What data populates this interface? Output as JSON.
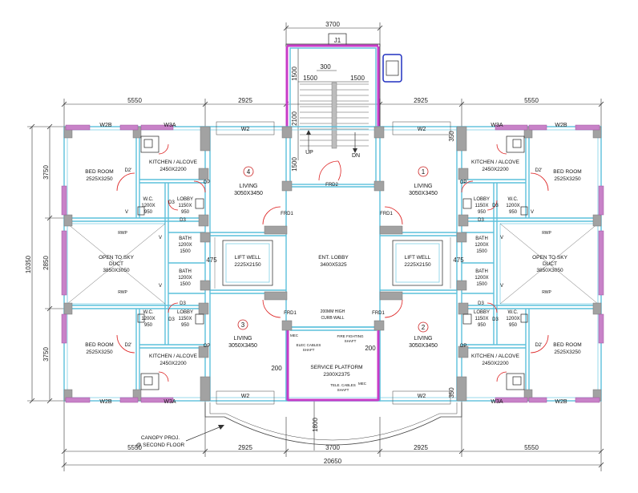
{
  "dimensions": {
    "stair_width": "3700",
    "stair_j1": "J1",
    "stair_300": "300",
    "stair_1500_top": "1500",
    "stair_1500_left": "1500",
    "stair_1500_right": "1500",
    "stair_2100": "2100",
    "stair_1500_low": "1500",
    "top_left": "5550",
    "top_midleft": "2925",
    "top_midright": "2925",
    "top_right": "5550",
    "bottom_left": "5550",
    "bottom_midleft": "2925",
    "bottom_mid": "3700",
    "bottom_midright": "2925",
    "bottom_right": "5550",
    "overall": "20650",
    "left_total": "10350",
    "left_upper": "3750",
    "left_mid": "2850",
    "left_lower": "3750",
    "lift_475_left": "475",
    "lift_475_right": "475",
    "dim_350_top": "350",
    "dim_350_bottom": "350",
    "dim_200_left": "200",
    "dim_200_right": "200",
    "canopy_1800": "1800"
  },
  "rooms": {
    "bed_tl": [
      "BED ROOM",
      "2525X3250"
    ],
    "kitchen_tl": [
      "KITCHEN / ALCOVE",
      "2450X2200"
    ],
    "living_4": [
      "LIVING",
      "3050X3450"
    ],
    "living_1": [
      "LIVING",
      "3050X3450"
    ],
    "kitchen_tr": [
      "KITCHEN / ALCOVE",
      "2450X2200"
    ],
    "bed_tr": [
      "BED ROOM",
      "2525X3250"
    ],
    "wc_tl": [
      "W.C.",
      "1200X",
      "950"
    ],
    "lobby_tl": [
      "LOBBY",
      "1150X",
      "950"
    ],
    "bath_tl": [
      "BATH",
      "1200X",
      "1500"
    ],
    "lobby_tr": [
      "LOBBY",
      "1150X",
      "950"
    ],
    "wc_tr": [
      "W.C.",
      "1200X",
      "950"
    ],
    "bath_tr": [
      "BATH",
      "1200X",
      "1500"
    ],
    "duct_l": [
      "OPEN TO SKY",
      "DUCT",
      "3850X3050"
    ],
    "duct_r": [
      "OPEN TO SKY",
      "DUCT",
      "3850X3050"
    ],
    "lift_l": [
      "LIFT WELL",
      "2225X2150"
    ],
    "lift_r": [
      "LIFT WELL",
      "2225X2150"
    ],
    "ent_lobby": [
      "ENT. LOBBY",
      "3400X5325"
    ],
    "bath_bl": [
      "BATH",
      "1200X",
      "1500"
    ],
    "bath_br": [
      "BATH",
      "1200X",
      "1500"
    ],
    "wc_bl": [
      "W.C.",
      "1200X",
      "950"
    ],
    "lobby_bl": [
      "LOBBY",
      "1150X",
      "950"
    ],
    "lobby_br": [
      "LOBBY",
      "1150X",
      "950"
    ],
    "wc_br": [
      "W.C.",
      "1200X",
      "950"
    ],
    "living_3": [
      "LIVING",
      "3050X3450"
    ],
    "living_2": [
      "LIVING",
      "3050X3450"
    ],
    "bed_bl": [
      "BED ROOM",
      "2525X3250"
    ],
    "kitchen_bl": [
      "KITCHEN / ALCOVE",
      "2450X2200"
    ],
    "kitchen_br": [
      "KITCHEN / ALCOVE",
      "2450X2200"
    ],
    "bed_br": [
      "BED ROOM",
      "2525X3250"
    ],
    "service": [
      "SERVICE PLATFORM",
      "2300X2375"
    ]
  },
  "unit_numbers": {
    "u1": "1",
    "u2": "2",
    "u3": "3",
    "u4": "4"
  },
  "windows": {
    "w2b": "W2B",
    "w3a": "W3A",
    "w2": "W2"
  },
  "doors": {
    "frd1": "FRD1",
    "frd2": "FRD2",
    "d2": "D2'",
    "d3": "D3",
    "op": "OP",
    "v": "V",
    "rwp": "RWP"
  },
  "stair": {
    "up": "UP",
    "dn": "DN"
  },
  "service_notes": {
    "curb": [
      "200MM HIGH",
      "CURB WALL"
    ],
    "fire_shaft": [
      "FIRE FIGHTING",
      "SHAFT"
    ],
    "elec_shaft": [
      "ELEC CABLES",
      "SHAFT"
    ],
    "tele_shaft": [
      "TELE. CABLES",
      "SHAFT"
    ],
    "mec": "MEC"
  },
  "canopy": [
    "CANOPY PROJ.",
    "@ SECOND FLOOR"
  ],
  "colors": {
    "wall": "#5cc0dc",
    "column": "#a2a2a2",
    "window": "#c83cc8",
    "door_swing": "#dd2222",
    "duct_outline": "#2030c0"
  }
}
